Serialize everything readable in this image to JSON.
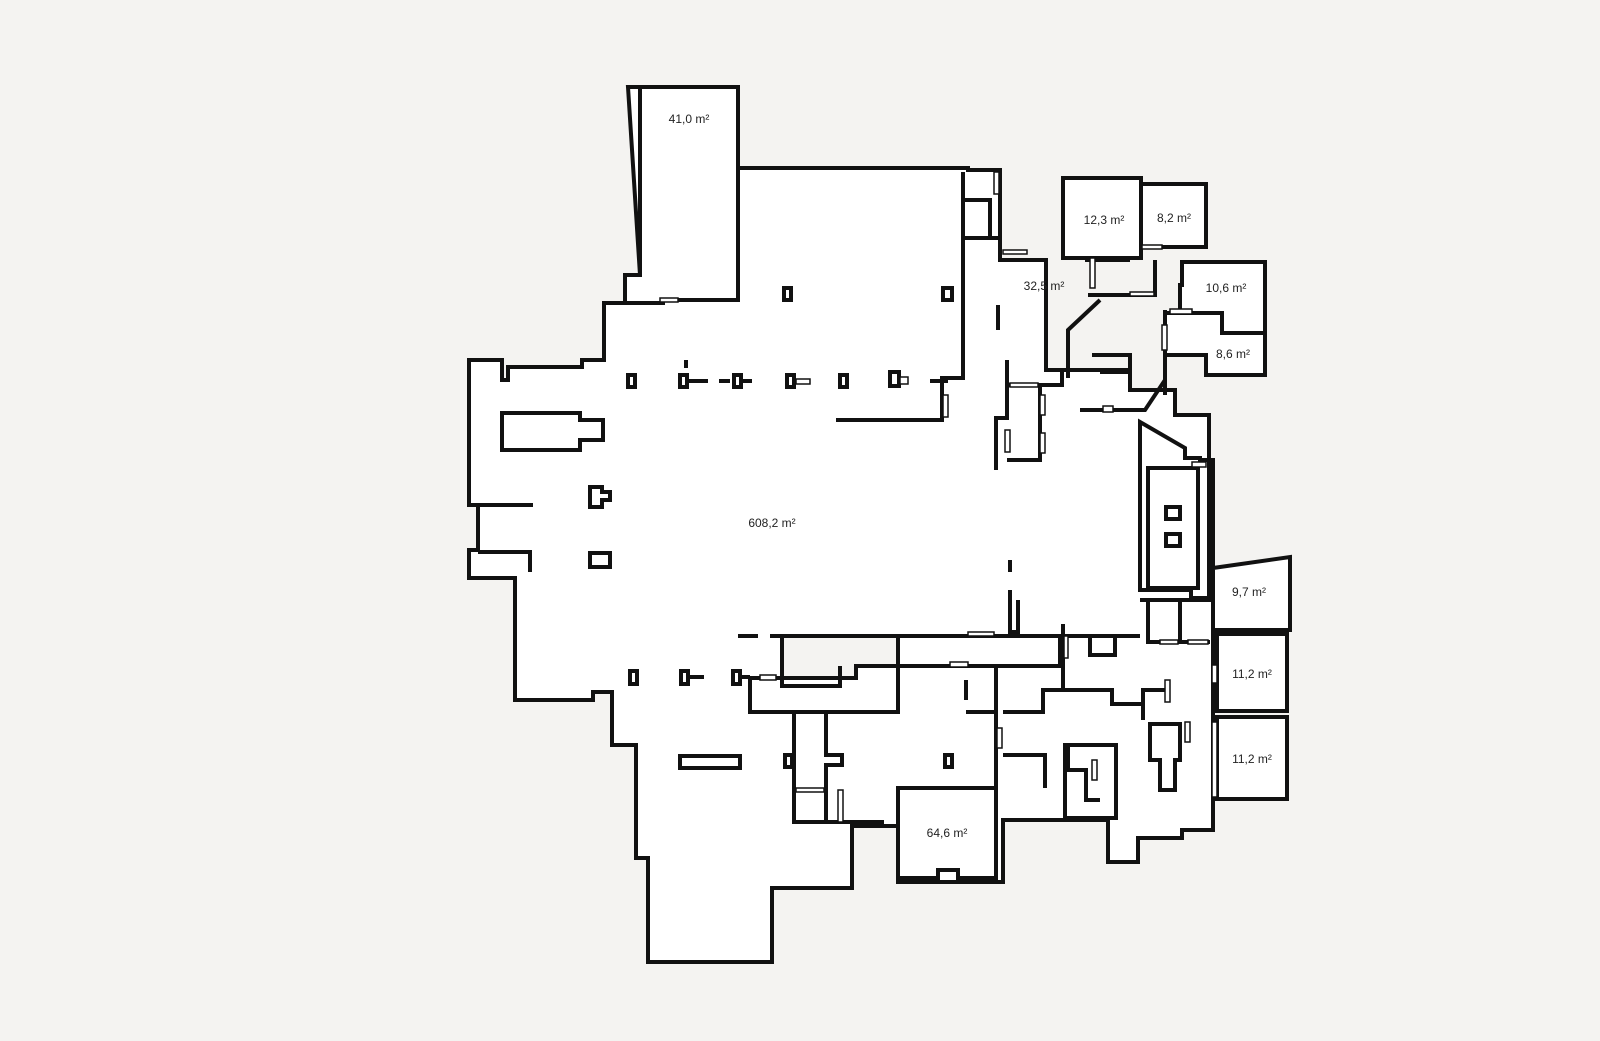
{
  "floorplan": {
    "background_color": "#f4f3f1",
    "wall_color": "#111111",
    "room_fill": "#ffffff",
    "rooms": [
      {
        "id": "storage-north",
        "area": "41,0 m²"
      },
      {
        "id": "main-hall",
        "area": "608,2 m²"
      },
      {
        "id": "room-32",
        "area": "32,5 m²"
      },
      {
        "id": "room-12",
        "area": "12,3 m²"
      },
      {
        "id": "room-8-2",
        "area": "8,2 m²"
      },
      {
        "id": "room-10",
        "area": "10,6 m²"
      },
      {
        "id": "room-8-6",
        "area": "8,6 m²"
      },
      {
        "id": "room-9",
        "area": "9,7 m²"
      },
      {
        "id": "room-11-a",
        "area": "11,2 m²"
      },
      {
        "id": "room-11-b",
        "area": "11,2 m²"
      },
      {
        "id": "room-64",
        "area": "64,6 m²"
      }
    ]
  }
}
